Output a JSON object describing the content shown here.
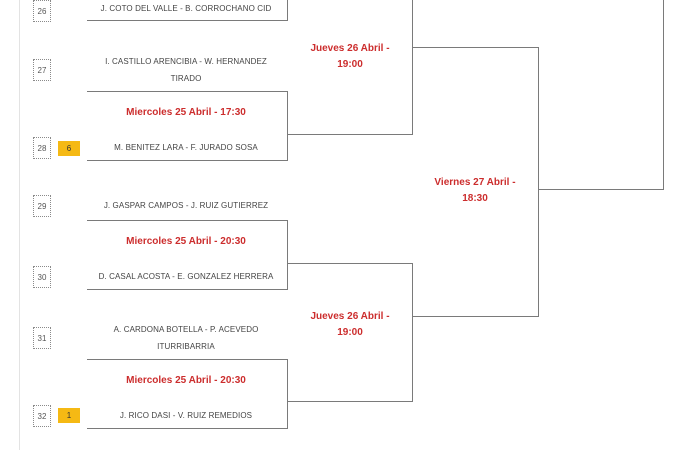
{
  "seeds": [
    "26",
    "27",
    "28",
    "29",
    "30",
    "31",
    "32"
  ],
  "badges": {
    "seed28": "6",
    "seed32": "1"
  },
  "players": {
    "p26": "J. COTO DEL VALLE - B. CORROCHANO CID",
    "p27_line1": "I. CASTILLO ARENCIBIA - W. HERNANDEZ",
    "p27_line2": "TIRADO",
    "p28": "M. BENITEZ LARA - F. JURADO SOSA",
    "p29": "J. GASPAR CAMPOS - J. RUIZ GUTIERREZ",
    "p30": "D. CASAL ACOSTA - E. GONZALEZ HERRERA",
    "p31_line1": "A. CARDONA BOTELLA - P. ACEVEDO",
    "p31_line2": "ITURRIBARRIA",
    "p32": "J. RICO DASI - V. RUIZ REMEDIOS"
  },
  "round1": {
    "match_27_28": "Miercoles 25 Abril - 17:30",
    "match_29_30": "Miercoles 25 Abril - 20:30",
    "match_31_32": "Miercoles 25 Abril - 20:30"
  },
  "round2": {
    "top_line1": "Jueves 26 Abril -",
    "top_line2": "19:00",
    "bottom_line1": "Jueves 26 Abril -",
    "bottom_line2": "19:00"
  },
  "round3": {
    "line1": "Viernes 27 Abril -",
    "line2": "18:30"
  },
  "colors": {
    "date_red": "#cc2d2d",
    "badge_yellow": "#f5b914",
    "line_gray": "#7a7a7a"
  }
}
